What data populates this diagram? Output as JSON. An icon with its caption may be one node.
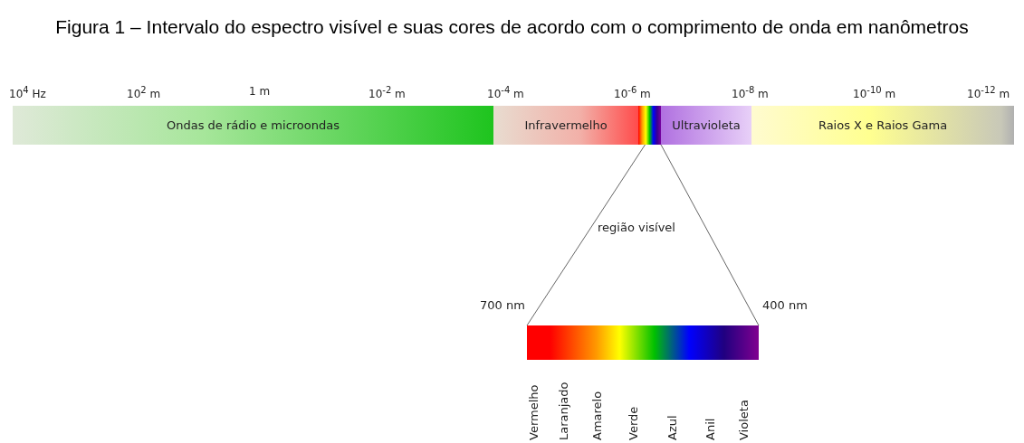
{
  "diagram": {
    "title": "Figura 1 – Intervalo do espectro visível e suas cores de acordo com o comprimento de onda em nanômetros",
    "nodes": [
      {
        "text": [
          "Ondas de rádio e microondas"
        ]
      },
      {
        "text": [
          "Infravermelho"
        ]
      },
      {
        "text": [],
        "shape": "bar"
      },
      {
        "text": [
          "Ultravioleta"
        ]
      },
      {
        "text": [
          "Raios X e Raios Gama"
        ]
      },
      {
        "text": [],
        "shape": "bar"
      }
    ],
    "edges": [
      {
        "from": 2,
        "to": 5,
        "arrow": "none"
      },
      {
        "from": 2,
        "to": 5,
        "arrow": "none"
      }
    ],
    "labels": [
      "10$^{4}$ Hz",
      "10$^{2}$ m",
      "1 m",
      "10$^{-2}$ m",
      "10$^{-4}$ m",
      "10$^{-6}$ m",
      "10$^{-8}$ m",
      "10$^{-10}$ m",
      "10$^{-12}$ m",
      "região visível",
      "700 nm",
      "400 nm",
      "Vermelho",
      "Laranjado",
      "Amarelo",
      "Verde",
      "Azul",
      "Anil",
      "Violeta"
    ]
  }
}
